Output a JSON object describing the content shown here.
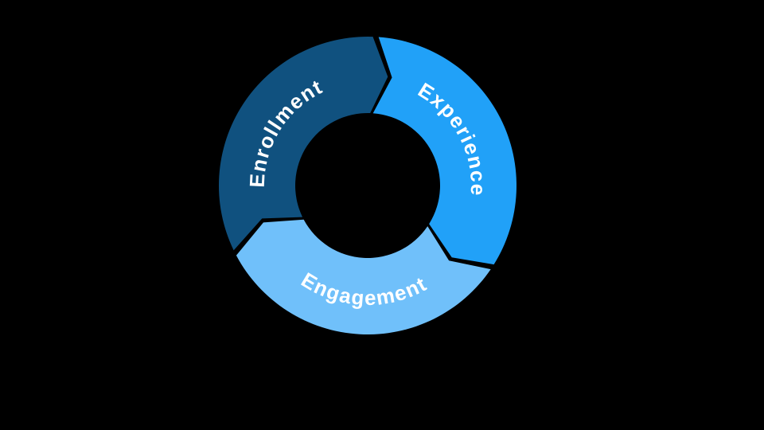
{
  "diagram": {
    "type": "cycle",
    "direction": "clockwise",
    "background_color": "#000000",
    "label_color": "#FFFFFF",
    "segments": [
      {
        "label": "Enrollment",
        "color": "#10517F"
      },
      {
        "label": "Experience",
        "color": "#21A1F8"
      },
      {
        "label": "Engagement",
        "color": "#70C0FA"
      }
    ]
  }
}
